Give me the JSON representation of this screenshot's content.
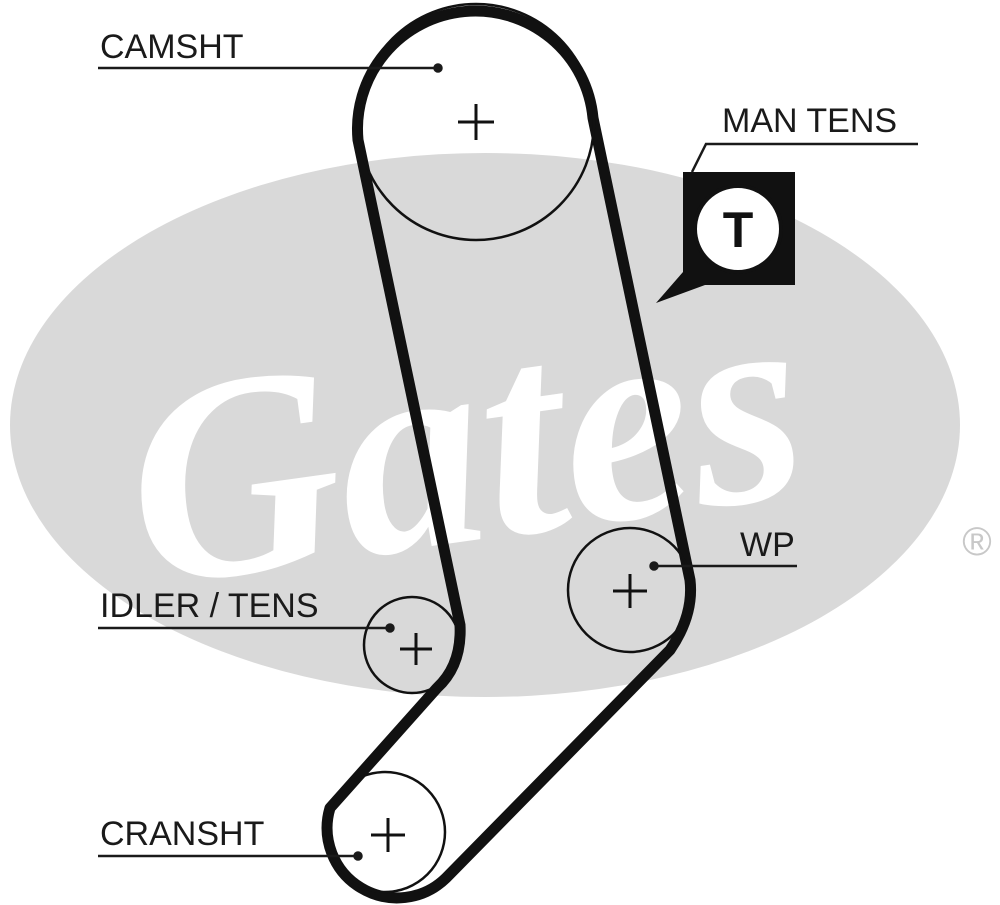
{
  "brand": {
    "logo_text": "Gates",
    "registered_mark": "®",
    "logo_color": "#d9d9d9"
  },
  "labels": {
    "camshaft": "CAMSHT",
    "manual_tensioner": "MAN TENS",
    "tensioner_symbol": "T",
    "water_pump": "WP",
    "idler_tensioner": "IDLER / TENS",
    "crankshaft": "CRANSHT"
  },
  "colors": {
    "belt": "#111111",
    "leader_line": "#1a1a1a",
    "tensioner_badge": "#111111"
  },
  "icons": {
    "pulley_center": "plus-icon",
    "tensioner_badge": "speech-bubble-icon"
  }
}
